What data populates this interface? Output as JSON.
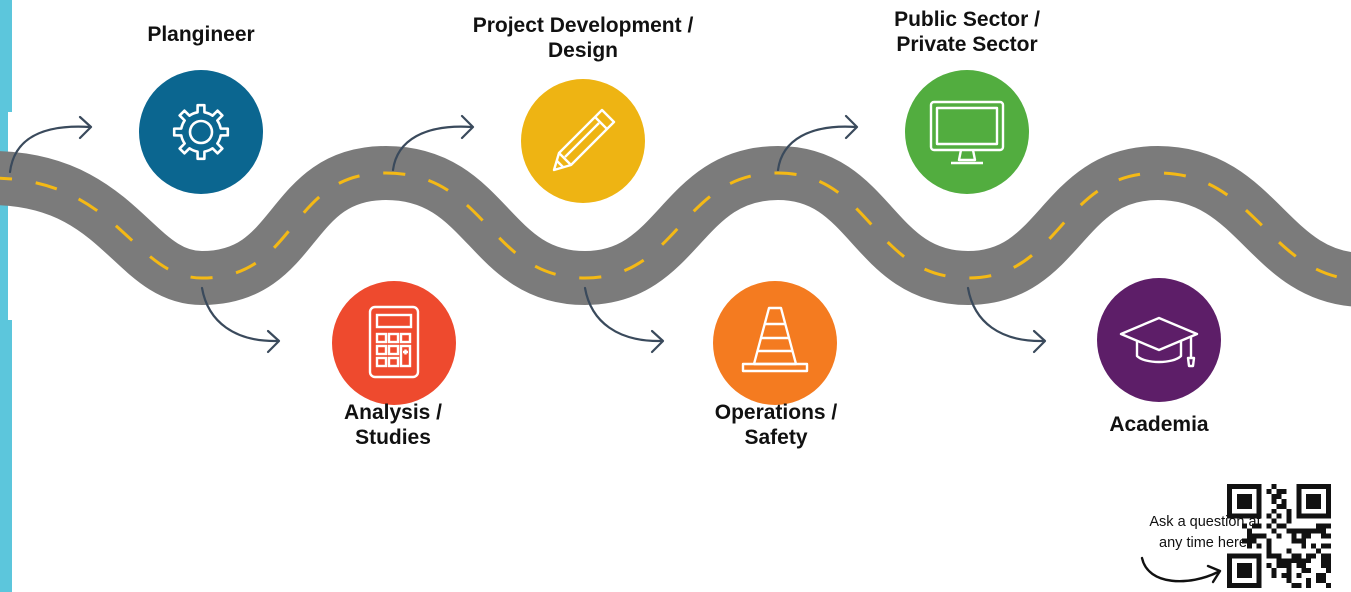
{
  "colors": {
    "road": "#7b7b7b",
    "road_dash": "#f4b915",
    "arrow": "#3a4a5c",
    "side_bar": "#5cc6dc",
    "qr": "#111111"
  },
  "stages": [
    {
      "label": "Plangineer",
      "icon": "gear-icon",
      "color": "#0b6690"
    },
    {
      "label": "Analysis /\nStudies",
      "icon": "calculator-icon",
      "color": "#ee4a2e"
    },
    {
      "label": "Project Development /\nDesign",
      "icon": "pencil-icon",
      "color": "#eeb413"
    },
    {
      "label": "Operations /\nSafety",
      "icon": "traffic-cone-icon",
      "color": "#f47b20"
    },
    {
      "label": "Public Sector /\nPrivate Sector",
      "icon": "monitor-icon",
      "color": "#52ad3f"
    },
    {
      "label": "Academia",
      "icon": "graduation-cap-icon",
      "color": "#5d1e68"
    }
  ],
  "qr": {
    "caption": "Ask a question at\nany time here!",
    "icon": "qr-code-icon",
    "pointer_icon": "curved-arrow-icon"
  }
}
